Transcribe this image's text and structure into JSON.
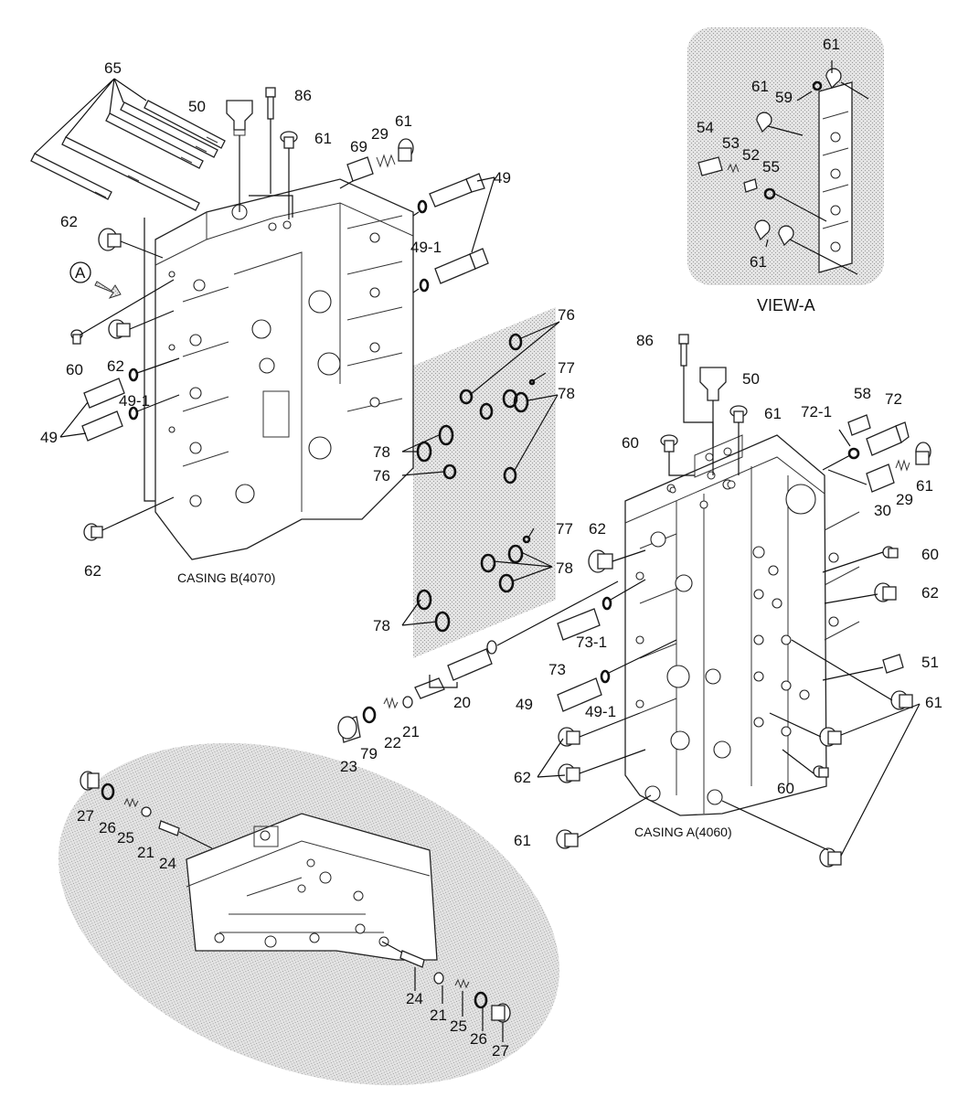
{
  "captions": {
    "casing_b": "CASING B(4070)",
    "casing_a": "CASING A(4060)",
    "view_a": "VIEW-A",
    "arrow_a": "A"
  },
  "callouts": {
    "c65": "65",
    "c50_top": "50",
    "c86_top": "86",
    "c61_top": "61",
    "c29_top": "29",
    "c61_top2": "61",
    "c69": "69",
    "c49_top": "49",
    "c49_1_top": "49-1",
    "c62_top": "62",
    "c60_left": "60",
    "c62_left": "62",
    "c49_1_left": "49-1",
    "c49_left": "49",
    "c62_bottomleft": "62",
    "c76_top": "76",
    "c77_top": "77",
    "c78_a": "78",
    "c78_b": "78",
    "c76_mid": "76",
    "c77_mid": "77",
    "c78_c": "78",
    "c78_d": "78",
    "v61_top": "61",
    "v59": "59",
    "v61_mid": "61",
    "v54": "54",
    "v53": "53",
    "v52": "52",
    "v55": "55",
    "v61_bot": "61",
    "c86_right": "86",
    "c50_right": "50",
    "c61_right": "61",
    "c60_right": "60",
    "c72_1": "72-1",
    "c58": "58",
    "c72": "72",
    "c61_r2": "61",
    "c29_right": "29",
    "c30": "30",
    "c62_r": "62",
    "c60_r2": "60",
    "c62_r2": "62",
    "c51": "51",
    "c61_r3": "61",
    "c73_1": "73-1",
    "c73": "73",
    "c49_mid": "49",
    "c49_1_mid": "49-1",
    "c20": "20",
    "c21_mid": "21",
    "c22": "22",
    "c79": "79",
    "c23": "23",
    "c62_low": "62",
    "c60_low": "60",
    "c61_low": "61",
    "e27_a": "27",
    "e26_a": "26",
    "e25_a": "25",
    "e21_a": "21",
    "e24_a": "24",
    "e24_b": "24",
    "e21_b": "21",
    "e25_b": "25",
    "e26_b": "26",
    "e27_b": "27"
  }
}
